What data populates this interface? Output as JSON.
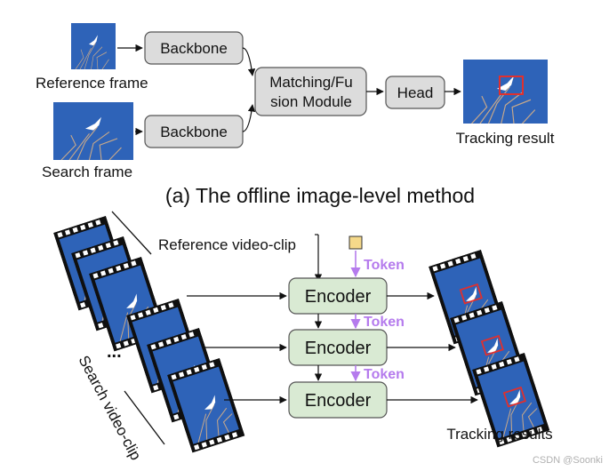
{
  "top": {
    "reference_frame_label": "Reference frame",
    "search_frame_label": "Search frame",
    "backbone_top": "Backbone",
    "backbone_bottom": "Backbone",
    "matching_line1": "Matching/Fu",
    "matching_line2": "sion Module",
    "head_label": "Head",
    "tracking_result_label": "Tracking result",
    "caption": "(a) The offline image-level method"
  },
  "bottom": {
    "reference_clip_label": "Reference video-clip",
    "search_clip_label": "Search video-clip",
    "ellipsis": "...",
    "encoders": [
      "Encoder",
      "Encoder",
      "Encoder"
    ],
    "token_labels": [
      "Token",
      "Token",
      "Token"
    ],
    "tracking_results_label": "Tracking results"
  },
  "watermark": "CSDN @Soonki",
  "colors": {
    "sky": "#2e63b8",
    "module_box": "#dcdcdc",
    "encoder_box": "#d9ead3",
    "token_arrow": "#b57bed",
    "token_square": "#f5d98a",
    "bbox": "#e0302e"
  }
}
